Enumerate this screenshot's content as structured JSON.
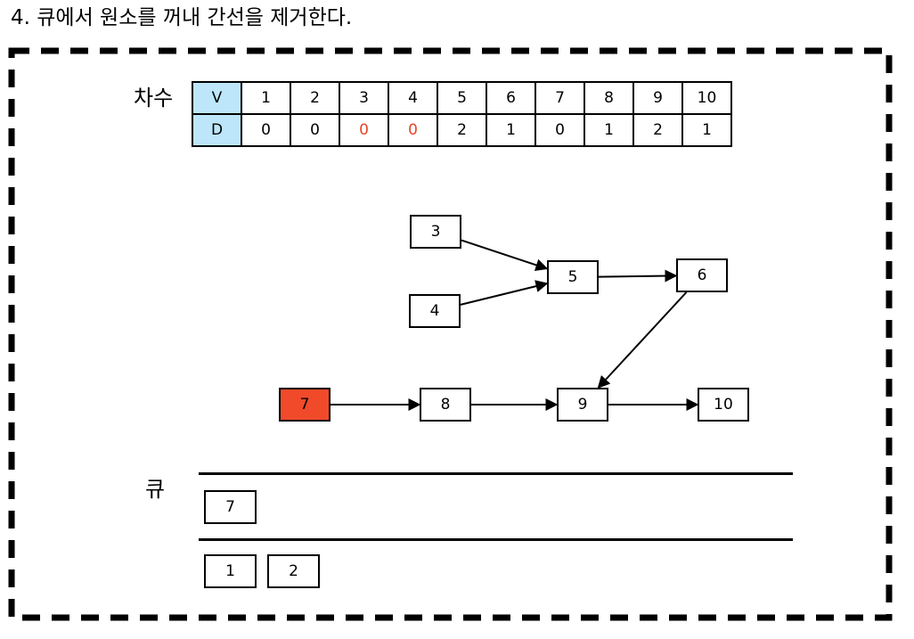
{
  "title": "4. 큐에서 원소를 꺼내 간선을 제거한다.",
  "degree_label": "차수",
  "queue_label": "큐",
  "table": {
    "row_v_header": "V",
    "row_d_header": "D",
    "vertices": [
      "1",
      "2",
      "3",
      "4",
      "5",
      "6",
      "7",
      "8",
      "9",
      "10"
    ],
    "degrees": [
      "0",
      "0",
      "0",
      "0",
      "2",
      "1",
      "0",
      "1",
      "2",
      "1"
    ],
    "highlight_color": "#e8452b"
  },
  "highlighted_degree_vertices": [
    "3",
    "4"
  ],
  "graph": {
    "nodes": [
      {
        "id": "3",
        "label": "3"
      },
      {
        "id": "4",
        "label": "4"
      },
      {
        "id": "5",
        "label": "5"
      },
      {
        "id": "6",
        "label": "6"
      },
      {
        "id": "7",
        "label": "7",
        "active": true
      },
      {
        "id": "8",
        "label": "8"
      },
      {
        "id": "9",
        "label": "9"
      },
      {
        "id": "10",
        "label": "10"
      }
    ],
    "edges": [
      {
        "from": "3",
        "to": "5"
      },
      {
        "from": "4",
        "to": "5"
      },
      {
        "from": "5",
        "to": "6"
      },
      {
        "from": "6",
        "to": "9"
      },
      {
        "from": "7",
        "to": "8"
      },
      {
        "from": "8",
        "to": "9"
      },
      {
        "from": "9",
        "to": "10"
      }
    ],
    "active_color": "#f04a2a"
  },
  "queue": {
    "removed": [
      "7"
    ],
    "remaining": [
      "1",
      "2"
    ]
  }
}
